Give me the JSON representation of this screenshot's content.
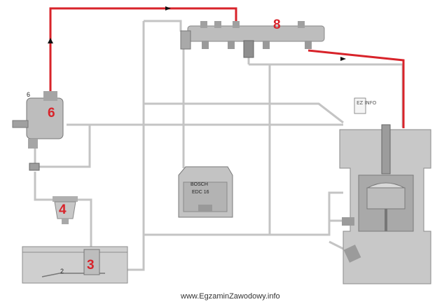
{
  "labels": {
    "rail": "8",
    "pump": "6",
    "filter": "4",
    "tank_sensor": "3",
    "pump_small": "6",
    "tank_small": "2"
  },
  "ecu": {
    "brand": "BOSCH",
    "model": "EDC 16"
  },
  "badge": "EZ INFO",
  "watermark": "www.EgzaminZawodowy.info",
  "colors": {
    "high_pressure": "#d8232a",
    "low_pressure": "#c4c4c4",
    "component": "#bdbdbd",
    "label": "#d8232a"
  }
}
